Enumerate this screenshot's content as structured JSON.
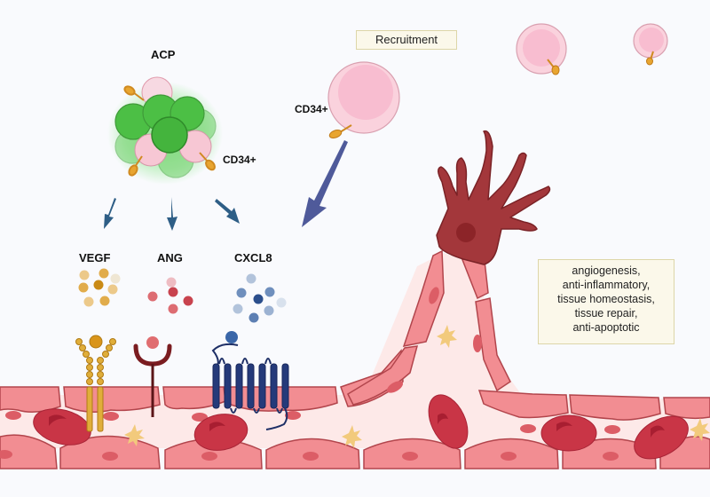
{
  "labels": {
    "acp": "ACP",
    "cd34_cluster": "CD34+",
    "cd34_recruited": "CD34+",
    "recruitment": "Recruitment",
    "vegf": "VEGF",
    "ang": "ANG",
    "cxcl8": "CXCL8"
  },
  "effects": [
    "angiogenesis,",
    "anti-inflammatory,",
    "tissue homeostasis,",
    "tissue repair,",
    "anti-apoptotic"
  ],
  "colors": {
    "background": "#f9fafd",
    "acp_green": "#4cbf45",
    "cd34_pink": "#f8bdd0",
    "marker_orange": "#e8a530",
    "vegf_gold": "#d9a134",
    "ang_red": "#c8434e",
    "cxcl8_blue": "#5d7fb3",
    "receptor_navy": "#253a7a",
    "vessel_pink": "#f08b8f",
    "vessel_lumen": "#fde9e8",
    "rbc_red": "#c93546",
    "tip_cell": "#a3373b",
    "arrow_blue": "#2e5e86",
    "arrow_purple": "#4f5a9a",
    "box_fill": "#fbf8ea"
  }
}
